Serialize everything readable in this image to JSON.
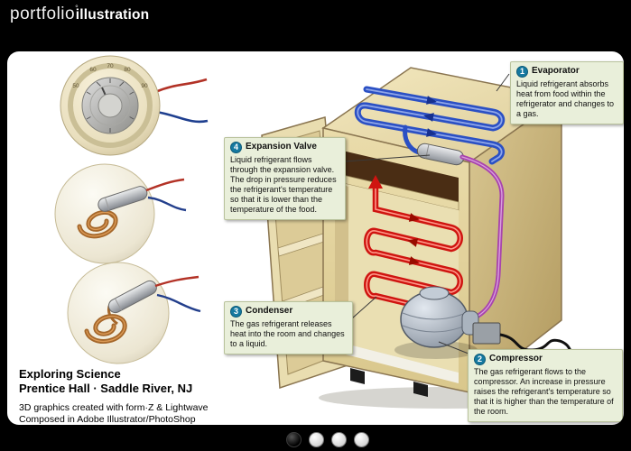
{
  "header": {
    "brand_light": "portfolio",
    "brand_mark": "°",
    "brand_bold": "illustration"
  },
  "callouts": {
    "evaporator": {
      "num": "1",
      "title": "Evaporator",
      "text": "Liquid refrigerant absorbs heat from food within the refrigerator and changes to a gas."
    },
    "compressor": {
      "num": "2",
      "title": "Compressor",
      "text": "The gas refrigerant flows to the compressor. An increase in pressure raises the refrigerant's temperature so that it is higher than the temperature of the room."
    },
    "condenser": {
      "num": "3",
      "title": "Condenser",
      "text": "The gas refrigerant releases heat into the room and changes to a liquid."
    },
    "expansion_valve": {
      "num": "4",
      "title": "Expansion Valve",
      "text": "Liquid refrigerant flows through the expansion valve. The drop in pressure reduces the refrigerant's temperature so that it is lower than the temperature of the food."
    }
  },
  "thermostat": {
    "numbers": [
      "50",
      "60",
      "70",
      "80",
      "90"
    ]
  },
  "footer": {
    "line1": "Exploring Science",
    "line2": "Prentice Hall · Saddle River, NJ",
    "credit1": "3D graphics created with form·Z & Lightwave",
    "credit2": "Composed in Adobe Illustrator/PhotoShop"
  },
  "colors": {
    "accent": "#1679a0",
    "callout_bg": "#e9efda",
    "evaporator_blue": "#2b50c4",
    "condenser_red": "#cf1410",
    "refrigerant_purple": "#a843ae",
    "cabinet_beige": "#e8dcab"
  },
  "pager": {
    "count": 4,
    "active_index": 0
  }
}
